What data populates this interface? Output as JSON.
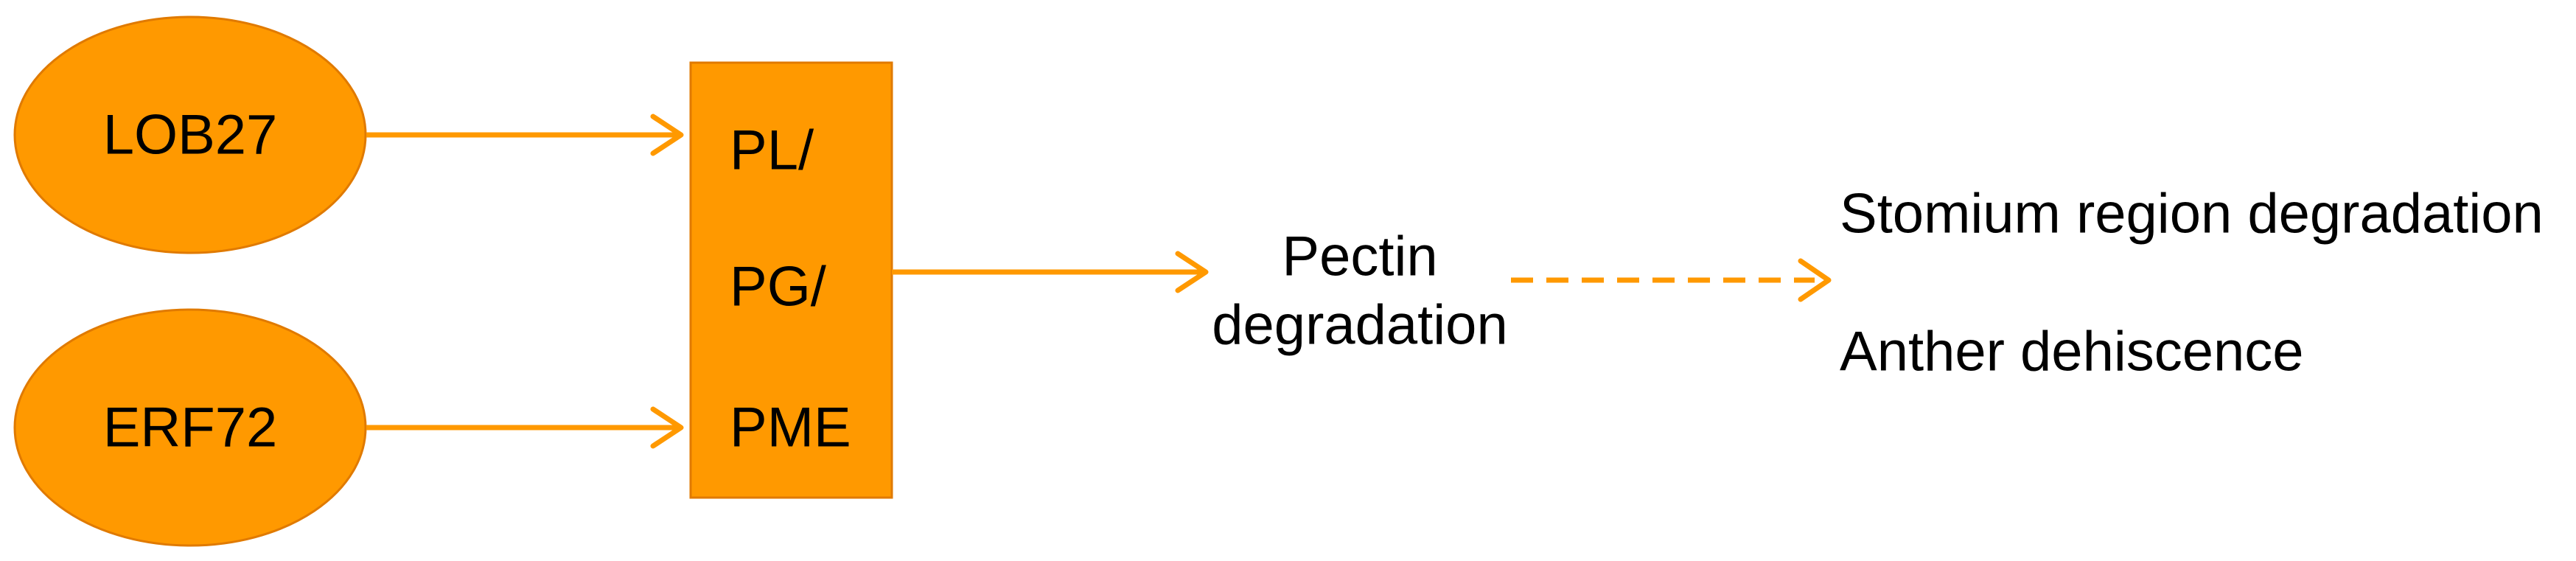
{
  "colors": {
    "node_fill": "#FF9900",
    "node_stroke": "#E07A00",
    "arrow": "#FF9900",
    "text": "#000000"
  },
  "nodes": {
    "lob27": {
      "label": "LOB27"
    },
    "erf72": {
      "label": "ERF72"
    },
    "enzymes": {
      "lines": [
        "PL/",
        "PG/",
        "PME"
      ]
    },
    "pectin": {
      "lines": [
        "Pectin",
        "degradation"
      ]
    },
    "outcomes": [
      "Stomium region degradation",
      "Anther dehiscence"
    ]
  },
  "edges": [
    {
      "from": "lob27",
      "to": "enzymes",
      "style": "solid"
    },
    {
      "from": "erf72",
      "to": "enzymes",
      "style": "solid"
    },
    {
      "from": "enzymes",
      "to": "pectin",
      "style": "solid"
    },
    {
      "from": "pectin",
      "to": "outcomes",
      "style": "dashed"
    }
  ]
}
